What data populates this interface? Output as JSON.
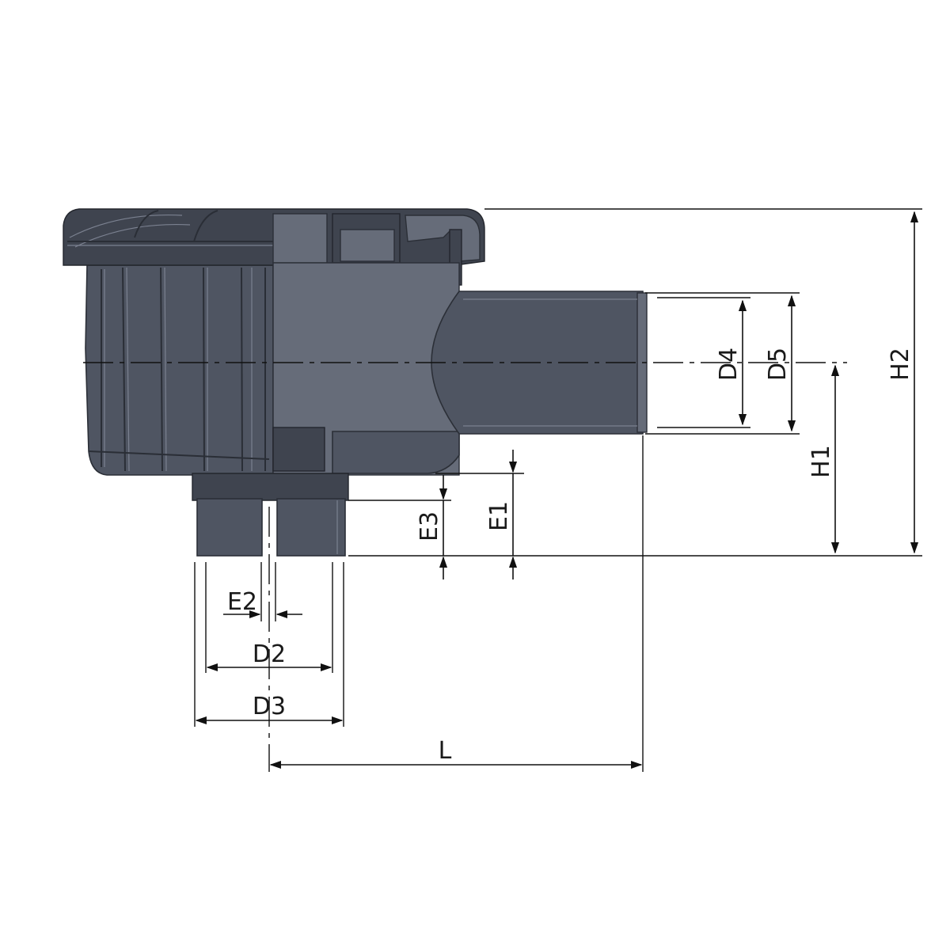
{
  "drawing": {
    "labels": {
      "H2": "H2",
      "H1": "H1",
      "D4": "D4",
      "D5": "D5",
      "E1": "E1",
      "E3": "E3",
      "E2": "E2",
      "D2": "D2",
      "D3": "D3",
      "L": "L"
    },
    "colors": {
      "body": "#4f5562",
      "body_light": "#666c79",
      "body_dark": "#3f444f",
      "lines": "#111111"
    }
  }
}
